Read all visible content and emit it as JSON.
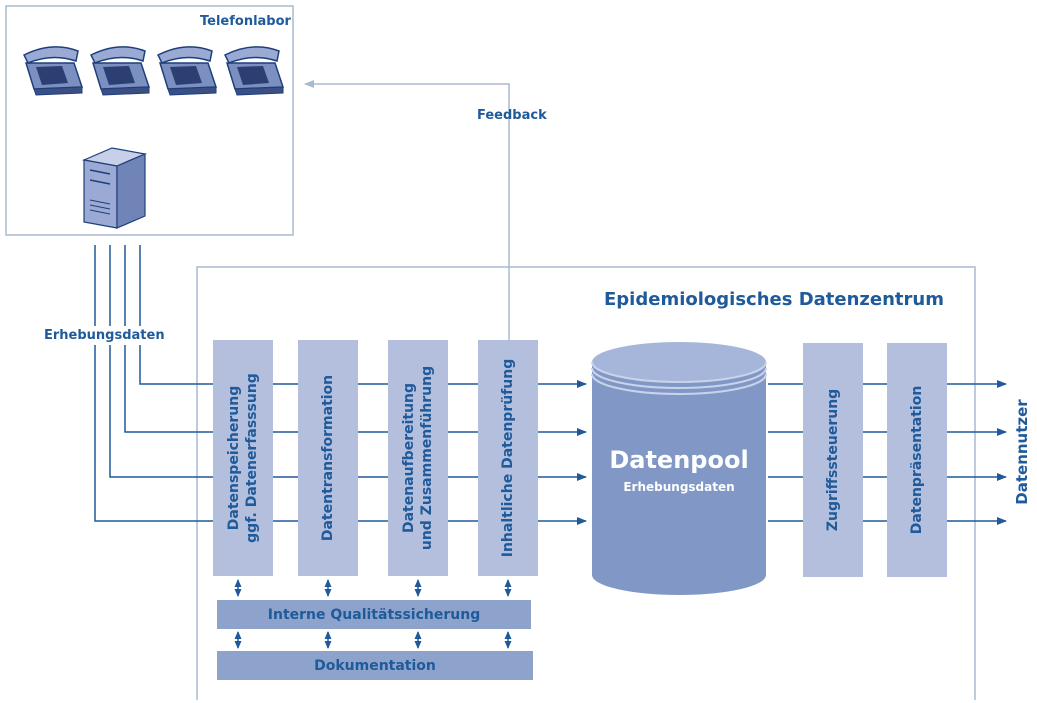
{
  "lab": {
    "title": "Telefonlabor"
  },
  "feedback_label": "Feedback",
  "survey_data_label": "Erhebungsdaten",
  "center": {
    "title": "Epidemiologisches Datenzentrum"
  },
  "process_steps": [
    {
      "line1": "Datenspeicherung",
      "line2": "ggf. Datenerfasssung"
    },
    {
      "line1": "Datentransformation",
      "line2": ""
    },
    {
      "line1": "Datenaufbereitung",
      "line2": "und Zusammenführung"
    },
    {
      "line1": "Inhaltliche Datenprüfung",
      "line2": ""
    }
  ],
  "pool": {
    "title": "Datenpool",
    "subtitle": "Erhebungsdaten"
  },
  "output_steps": [
    {
      "label": "Zugriffssteuerung"
    },
    {
      "label": "Datenpräsentation"
    }
  ],
  "qa_label": "Interne Qualitätssicherung",
  "doc_label": "Dokumentation",
  "users_label": "Datennutzer",
  "colors": {
    "primary": "#1f5a9a",
    "box_fill": "#b4bfdd",
    "bar_fill": "#8ea3cc",
    "frame": "#a9bad0",
    "cylinder": "#8198c6"
  }
}
